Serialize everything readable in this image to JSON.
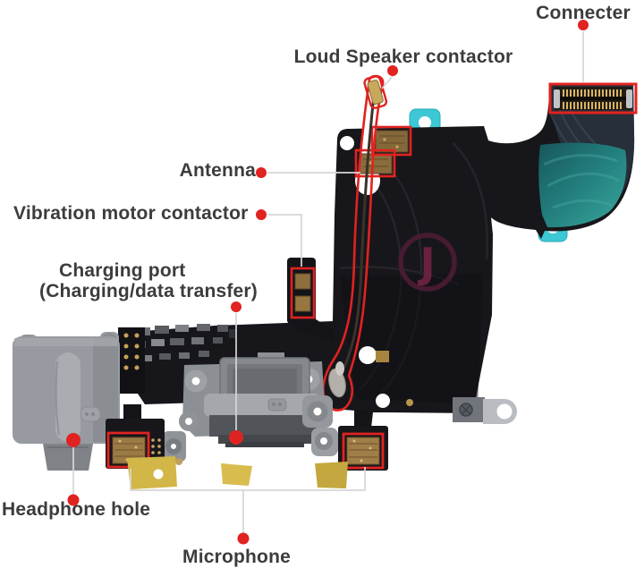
{
  "diagram": {
    "labels": {
      "connecter": "Connecter",
      "loud_speaker": "Loud Speaker contactor",
      "antenna": "Antenna",
      "vibration": "Vibration motor contactor",
      "charging_line1": "Charging port",
      "charging_line2": "(Charging/data transfer)",
      "headphone": "Headphone hole",
      "microphone": "Microphone"
    },
    "logo_letter": "J",
    "colors": {
      "label_text": "#3c3c3c",
      "highlight_red": "#e02320",
      "leader_line": "#d6d6d6",
      "flex_black": "#17171b",
      "teal_patch": "#23807e",
      "cyan_tab": "#3cc8d4",
      "gold_contact": "#c9a35a",
      "bronze_mic": "#9c7a45",
      "kapton_yellow": "#d2b647",
      "metal_gray": "#96999e",
      "logo_maroon": "#6d2240"
    }
  }
}
